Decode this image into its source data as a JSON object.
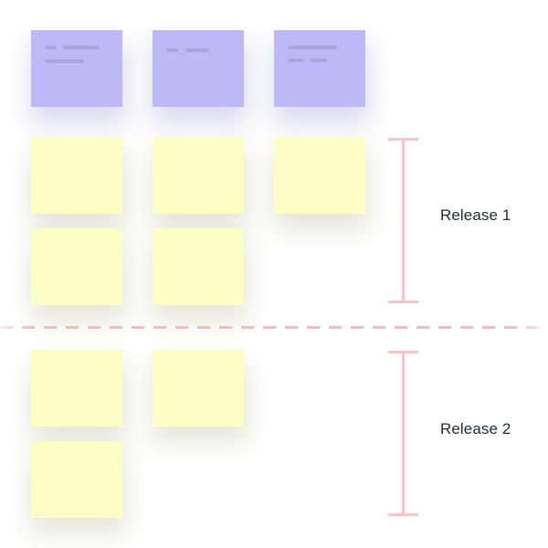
{
  "releases": [
    {
      "label": "Release 1",
      "sticky_count": 5
    },
    {
      "label": "Release 2",
      "sticky_count": 3
    }
  ],
  "header_cards_count": 3,
  "colors": {
    "background": "#ffffff",
    "header_card": "#bdb9f6",
    "header_card_line": "#a9a6de",
    "sticky_note": "#fdfec6",
    "bracket": "#f9c3c7",
    "divider": "#f6bac0",
    "label_text": "#1f2a37"
  }
}
